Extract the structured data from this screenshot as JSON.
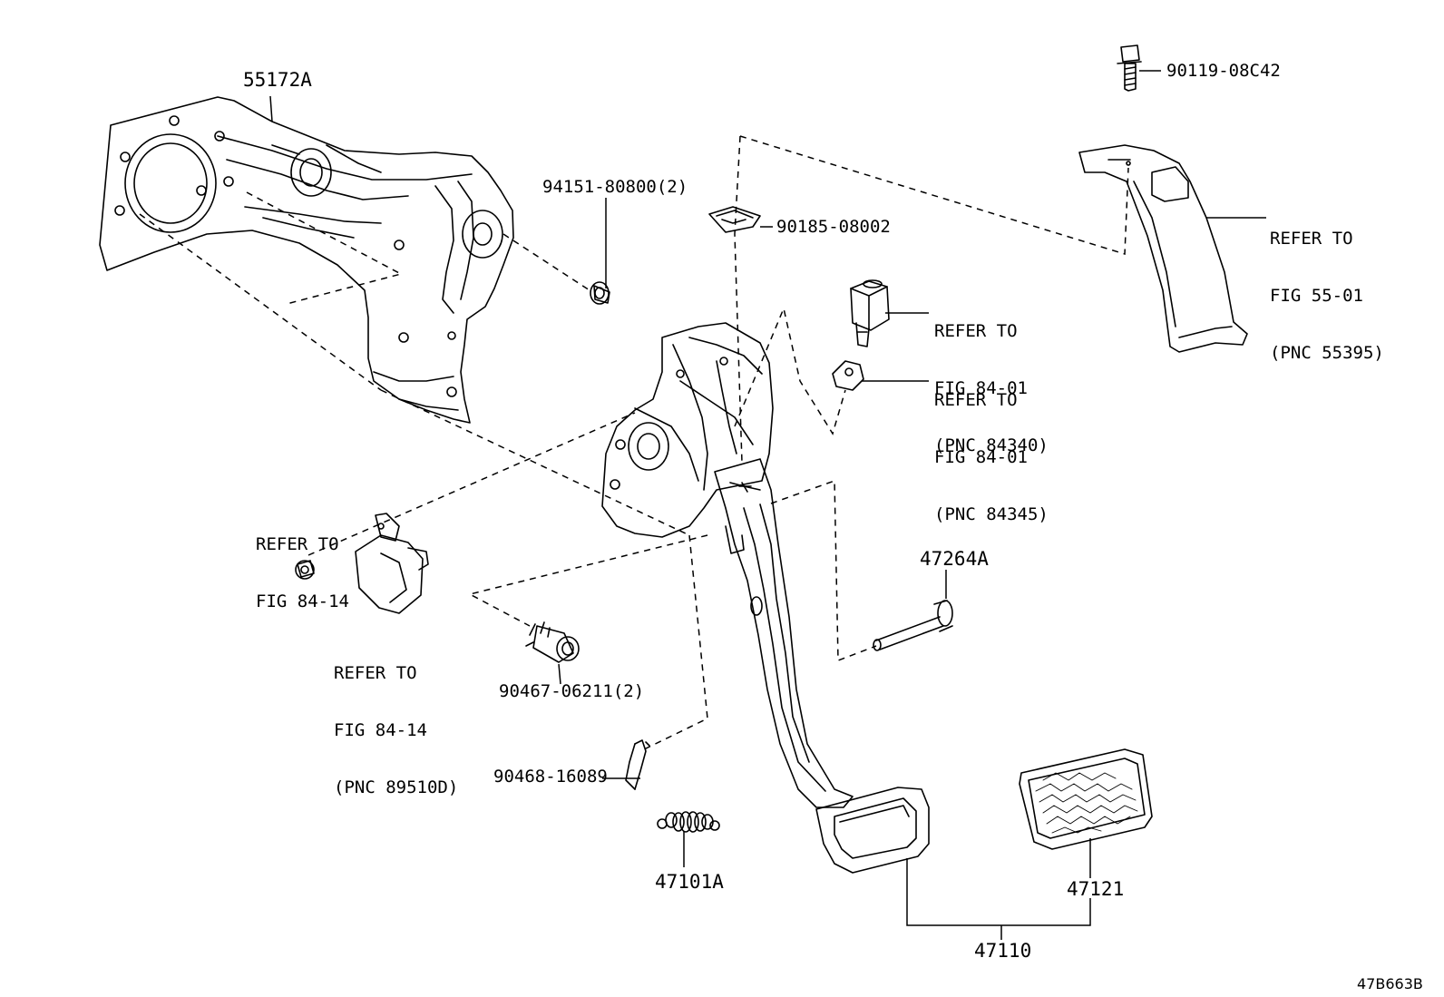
{
  "diagram": {
    "drawing_code": "47B663B",
    "part_numbers": {
      "bracket": "55172A",
      "nut": "94151-80800(2)",
      "clip_nut": "90185-08002",
      "bolt": "90119-08C42",
      "pin_bolt": "47264A",
      "bushing": "90467-06211(2)",
      "clip_pin": "90468-16089",
      "spring": "47101A",
      "pedal_pad": "47121",
      "pedal_assy": "47110"
    },
    "references": {
      "pnc_55395": [
        "REFER TO",
        "FIG 55-01",
        "(PNC 55395)"
      ],
      "pnc_84340": [
        "REFER TO",
        "FIG 84-01",
        "(PNC 84340)"
      ],
      "pnc_84345": [
        "REFER TO",
        "FIG 84-01",
        "(PNC 84345)"
      ],
      "fig_84_14_nut": [
        "REFER TO",
        "FIG 84-14"
      ],
      "pnc_89510d": [
        "REFER TO",
        "FIG 84-14",
        "(PNC 89510D)"
      ]
    }
  }
}
